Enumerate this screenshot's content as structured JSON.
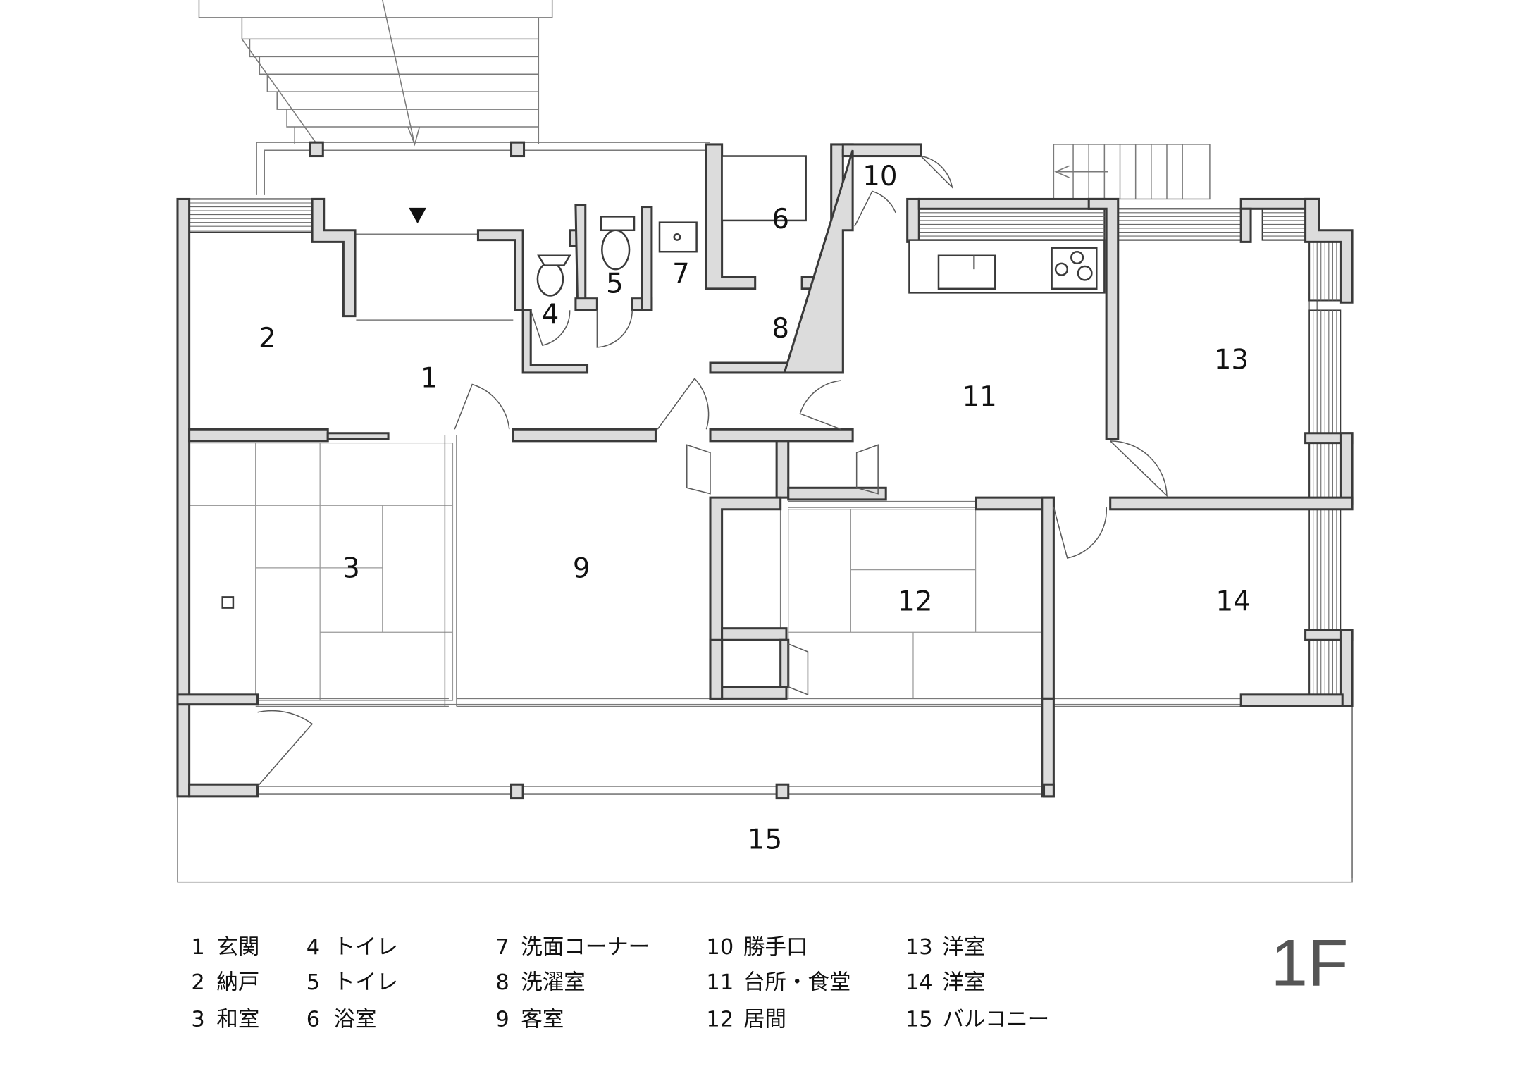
{
  "plan": {
    "rooms": [
      {
        "id": "1",
        "name": "玄関"
      },
      {
        "id": "2",
        "name": "納戸"
      },
      {
        "id": "3",
        "name": "和室"
      },
      {
        "id": "4",
        "name": "トイレ"
      },
      {
        "id": "5",
        "name": "トイレ"
      },
      {
        "id": "6",
        "name": "浴室"
      },
      {
        "id": "7",
        "name": "洗面コーナー"
      },
      {
        "id": "8",
        "name": "洗濯室"
      },
      {
        "id": "9",
        "name": "客室"
      },
      {
        "id": "10",
        "name": "勝手口"
      },
      {
        "id": "11",
        "name": "台所・食堂"
      },
      {
        "id": "12",
        "name": "居間"
      },
      {
        "id": "13",
        "name": "洋室"
      },
      {
        "id": "14",
        "name": "洋室"
      },
      {
        "id": "15",
        "name": "バルコニー"
      }
    ],
    "floor_label": "1F",
    "entrance_marker": "▼"
  },
  "colors": {
    "wall_fill": "#dcdcdc",
    "wall_stroke": "#3a3a3a",
    "line": "#7a7a7a",
    "background": "#ffffff"
  }
}
